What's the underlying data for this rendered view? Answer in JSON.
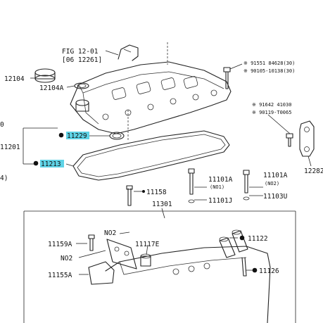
{
  "labels": {
    "fig_ref_1": "FIG 12-01",
    "fig_ref_2": "[06 12261]",
    "p12104": "12104",
    "p12104a": "12104A",
    "note1_1": "※ 91551 84628(30)",
    "note1_2": "※ 90105-10138(30)",
    "note2_1": "※ 91642 41030",
    "note2_2": "※ 90119-T0065",
    "edge_0": "0",
    "edge_4": "4)",
    "p11201": "11201",
    "p11229": "11229",
    "p11213": "11213",
    "p12282": "12282",
    "p11158": "11158",
    "p11301": "11301",
    "p11101a": "11101A",
    "p11101a_note": "(NO1)",
    "p11101j": "11101J",
    "p11101a_r": "11101A",
    "p11101a_r_note": "(NO2)",
    "p11103u": "11103U",
    "p11159a": "11159A",
    "pno2a": "NO2",
    "pno2b": "NO2",
    "p11117e": "11117E",
    "p11122": "11122",
    "p11126": "11126",
    "p11155a": "11155A"
  },
  "highlight_color": "#5fd3e6",
  "line_color": "#222222"
}
